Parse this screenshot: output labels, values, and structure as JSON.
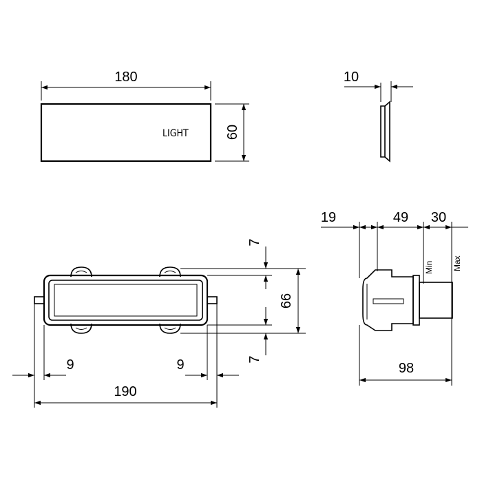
{
  "front_view": {
    "width_label": "180",
    "height_label": "60",
    "text": "LIGHT"
  },
  "side_view_top": {
    "thickness_label": "10"
  },
  "bottom_view": {
    "tab_label": "7",
    "height_label": "66",
    "tab_label_bottom": "7",
    "left_offset_label": "9",
    "right_offset_label": "9",
    "overall_width_label": "190"
  },
  "side_view_bottom": {
    "dim_a_label": "19",
    "dim_b_label": "49",
    "dim_c_label": "30",
    "min_label": "Min",
    "max_label": "Max",
    "overall_depth_label": "98"
  }
}
